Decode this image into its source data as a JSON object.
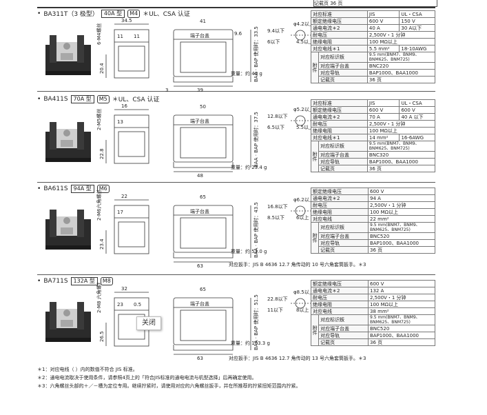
{
  "top_fragment": "记载页   36 页",
  "sections": [
    {
      "model": "BA311T（3 极型）",
      "rating": "40A 型",
      "m_badge": "M4",
      "cert": "＊UL、CSA 认证",
      "weight": "重量：约 40 g",
      "wrench": "",
      "dims": {
        "a": "34.5",
        "b": "11",
        "c": "11",
        "d": "41",
        "e": "9.6",
        "f": "20.4",
        "g": "39",
        "h": "3",
        "i": "6-M4螺丝",
        "j": "端子台盖",
        "k": "BAA · BAP 使用时：33.5",
        "ra": "9.4以下",
        "rb": "6以下",
        "rc": "φ4.2以上",
        "rd": "4.5以上"
      },
      "headers": [
        "对应标准",
        "JIS",
        "UL・CSA"
      ],
      "rows": [
        [
          "额定绝缘电压",
          "600 V",
          "150 V"
        ],
        [
          "通电电流＊2",
          "40 A",
          "30 A以下"
        ],
        [
          "耐电压",
          "2,500V・1 分钟",
          ""
        ],
        [
          "绝缘电阻",
          "100 MΩ以上",
          ""
        ],
        [
          "对应电线＊1",
          "5.5 mm²",
          "18-10AWG"
        ]
      ],
      "acc_label": "附件",
      "acc": [
        [
          "对应标识板",
          "9.5 mm(BNM7、BNM9、 BNM625、BNM725)"
        ],
        [
          "对应端子台盖",
          "BNC220"
        ],
        [
          "对应导轨",
          "BAP1000、BAA1000"
        ],
        [
          "记载页",
          "36 页"
        ]
      ]
    },
    {
      "model": "BA411S",
      "rating": "70A 型",
      "m_badge": "M5",
      "cert": "＊UL、CSA 认证",
      "weight": "重量：约 23.4 g",
      "wrench": "",
      "dims": {
        "a": "16",
        "b": "13",
        "c": "",
        "d": "50",
        "e": "",
        "f": "22.8",
        "g": "48",
        "h": "",
        "i": "2-M5螺丝",
        "j": "端子台盖",
        "k": "BAA · BAP 使用时：37.5",
        "ra": "12.8以下",
        "rb": "6.5以下",
        "rc": "φ5.2以上",
        "rd": "5.5以上"
      },
      "headers": [
        "对应标准",
        "JIS",
        "UL・CSA"
      ],
      "rows": [
        [
          "额定绝缘电压",
          "600 V",
          "600 V"
        ],
        [
          "通电电流＊2",
          "70 A",
          "40 A 以下"
        ],
        [
          "耐电压",
          "2,500V・1 分钟",
          ""
        ],
        [
          "绝缘电阻",
          "100 MΩ以上",
          ""
        ],
        [
          "对应电线＊1",
          "14 mm²",
          "16-6AWG"
        ]
      ],
      "acc_label": "附件",
      "acc": [
        [
          "对应标识板",
          "9.5 mm(BNM7、BNM9、 BNM625、BNM725)"
        ],
        [
          "对应端子台盖",
          "BNC320"
        ],
        [
          "对应导轨",
          "BAP1000、BAA1000"
        ],
        [
          "记载页",
          "36 页"
        ]
      ]
    },
    {
      "model": "BA611S",
      "rating": "94A 型",
      "m_badge": "M6",
      "cert": "",
      "weight": "重量：约 53.0 g",
      "wrench": "对应扳手：JIS B 4636 12.7 角传动的 10 号六角套筒扳手。＊3",
      "dims": {
        "a": "22",
        "b": "17",
        "c": "",
        "d": "65",
        "e": "",
        "f": "23.4",
        "g": "63",
        "h": "",
        "i": "2-M6六角螺丝",
        "j": "端子台盖",
        "k": "BAA · BAP 使用时：43.5",
        "ra": "16.8以下",
        "rb": "8.5以下",
        "rc": "φ6.2以上",
        "rd": "6以上"
      },
      "headers": [],
      "rows": [
        [
          "额定绝缘电压",
          "600 V",
          ""
        ],
        [
          "通电电流＊2",
          "94 A",
          ""
        ],
        [
          "耐电压",
          "2,500V・1 分钟",
          ""
        ],
        [
          "绝缘电阻",
          "100 MΩ以上",
          ""
        ],
        [
          "对应电线",
          "22 mm²",
          ""
        ]
      ],
      "acc_label": "附件",
      "acc": [
        [
          "对应标识板",
          "9.5 mm(BNM7、BNM9、 BNM625、BNM725)"
        ],
        [
          "对应端子台盖",
          "BNC520"
        ],
        [
          "对应导轨",
          "BAP1000、BAA1000"
        ],
        [
          "记载页",
          "36 页"
        ]
      ]
    },
    {
      "model": "BA711S",
      "rating": "132A 型",
      "m_badge": "M8",
      "cert": "",
      "weight": "重量：约 103.3 g",
      "wrench": "对应扳手：JIS B 4636 12.7 角传动的 13 号六角套筒扳手。＊3",
      "dims": {
        "a": "32",
        "b": "23",
        "c": "0.5",
        "d": "65",
        "e": "",
        "f": "26.5",
        "g": "63",
        "h": "",
        "i": "2-M8 六角螺丝",
        "j": "端子台盖",
        "k": "BAA · BAP 使用时：51.5",
        "ra": "22.8以下",
        "rb": "11以下",
        "rc": "φ8.5以上",
        "rd": "8以上"
      },
      "headers": [],
      "rows": [
        [
          "额定绝缘电压",
          "600 V",
          ""
        ],
        [
          "通电电流＊2",
          "132 A",
          ""
        ],
        [
          "耐电压",
          "2,500V・1 分钟",
          ""
        ],
        [
          "绝缘电阻",
          "100 MΩ以上",
          ""
        ],
        [
          "对应电线",
          "38 mm²",
          ""
        ]
      ],
      "acc_label": "附件",
      "acc": [
        [
          "对应标识板",
          "9.5 mm(BNM7、BNM9、 BNM625、BNM725)"
        ],
        [
          "对应端子台盖",
          "BNC520"
        ],
        [
          "对应导轨",
          "BAP1000、BAA1000"
        ],
        [
          "记载页",
          "36 页"
        ]
      ]
    }
  ],
  "footnotes": [
    "＊1：对应电线（ ）内的数值不符合 JIS 标准。",
    "＊2：通电电流取决于使用条件，请参照4页上的「符合JIS标准的通电电流与机型选择」后再确定使用。",
    "＊3：六角螺丝头部的＋／－槽为定位专用。继续拧紧时，请使用对应的六角螺丝扳手，并在所推荐的拧紧扭矩范围内拧紧。"
  ],
  "close_button": "关闭"
}
